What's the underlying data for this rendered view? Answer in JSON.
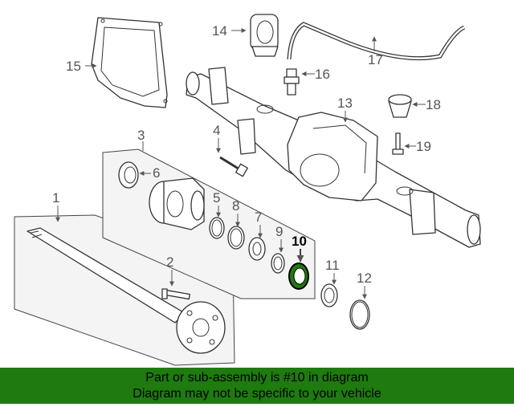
{
  "callouts": [
    "1",
    "2",
    "3",
    "4",
    "5",
    "6",
    "7",
    "8",
    "9",
    "10",
    "11",
    "12",
    "13",
    "14",
    "15",
    "16",
    "17",
    "18",
    "19"
  ],
  "highlighted_callout": "10",
  "highlight_color": "#1f7a10",
  "banner": {
    "line1": "Part or sub-assembly is #10 in diagram",
    "line2": "Diagram may not be specific to your vehicle"
  }
}
